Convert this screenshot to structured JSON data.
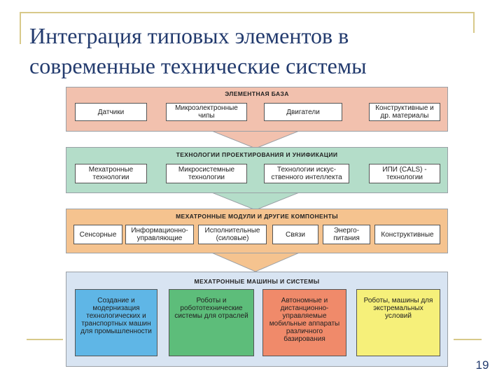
{
  "slide": {
    "title_line1": "Интеграция типовых элементов в",
    "title_line2": "современные технические системы",
    "page_number": "19"
  },
  "diagram": {
    "bands": [
      {
        "title": "ЭЛЕМЕНТНАЯ БАЗА",
        "color": "#f2c1ae",
        "items": [
          "Датчики",
          "Микроэлектронные чипы",
          "Двигатели",
          "Конструктивные и др. материалы"
        ]
      },
      {
        "title": "ТЕХНОЛОГИИ ПРОЕКТИРОВАНИЯ И УНИФИКАЦИИ",
        "color": "#b4ddc9",
        "items": [
          "Мехатронные технологии",
          "Микросистемные технологии",
          "Технологии искус-ственного интеллекта",
          "ИПИ (CALS) - технологии"
        ]
      },
      {
        "title": "МЕХАТРОННЫЕ МОДУЛИ И ДРУГИЕ КОМПОНЕНТЫ",
        "color": "#f5c38f",
        "items": [
          "Сенсорные",
          "Информационно-управляющие",
          "Исполнительные (силовые)",
          "Связи",
          "Энерго-питания",
          "Конструктивные"
        ]
      },
      {
        "title": "МЕХАТРОННЫЕ МАШИНЫ И СИСТЕМЫ",
        "color": "#d8e4f2",
        "items": [
          "Создание и модернизация технологических и транспортных машин для промышленности",
          "Роботы и робототехнические системы для отраслей",
          "Автономные и дистанционно-управляемые мобильные аппараты различного базирования",
          "Роботы, машины для экстремальных условий"
        ]
      }
    ],
    "system_box_colors": [
      "#5fb6e6",
      "#5dbd7a",
      "#f08a6a",
      "#f6f07a"
    ],
    "arrow_color": "#f2c1ae"
  }
}
